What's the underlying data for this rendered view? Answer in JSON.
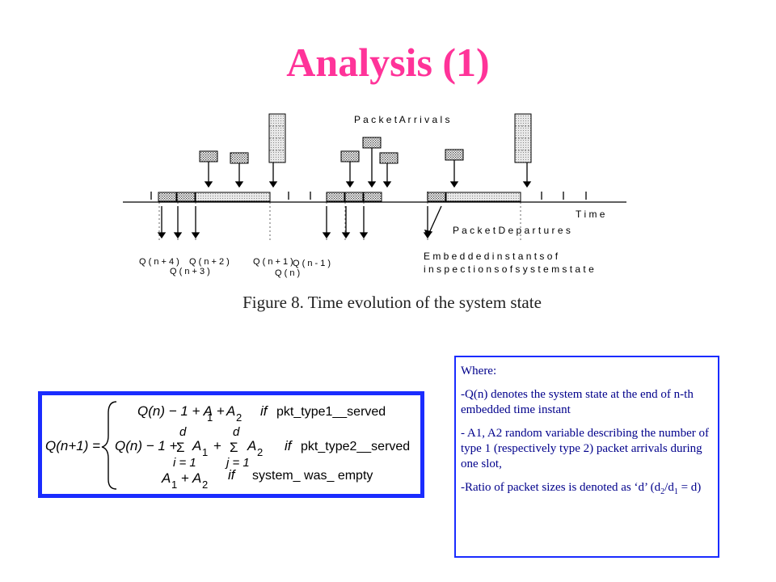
{
  "slide_title": "Analysis (1)",
  "diagram": {
    "packet_arrivals": "P a c k e t   A r r i v a l s",
    "time": "T i m e",
    "packet_departures": "P a c k e t   D e p a r t u r e s",
    "embedded_1": "E m b e d d e d   i n s t a n t s   o f",
    "embedded_2": "i n s p e c t i o n s   o f   s y s t e m   s t a t e",
    "q_n4": "Q ( n + 4 )",
    "q_n2": "Q ( n + 2 )",
    "q_n3": "Q ( n + 3 )",
    "q_n1": "Q ( n + 1 )",
    "q_nm1": "Q ( n - 1 )",
    "q_n": "Q ( n )"
  },
  "caption": "Figure 8. Time evolution of the system state",
  "formula": {
    "lhs": "Q(n+1) =",
    "case1_expr": "Q(n) − 1 + A",
    "case1_cond_if": "if",
    "case1_cond": "pkt_type1__served",
    "case2_expr_start": "Q(n) − 1 +",
    "case2_cond_if": "if",
    "case2_cond": "pkt_type2__served",
    "case3_expr": "A",
    "case3_cond_if": "if",
    "case3_cond": "system_ was_ empty",
    "d": "d",
    "sigma": "Σ",
    "i_eq_1": "i = 1",
    "j_eq_1": "j = 1",
    "sub1": "1",
    "sub2": "2",
    "plus": "+"
  },
  "where": {
    "heading": "Where:",
    "item1": "-Q(n) denotes the system state at the end of n-th embedded time instant",
    "item2": "- A1, A2 random variable describing the number of type 1 (respectively type 2) packet arrivals during one slot,",
    "item3_start": "-Ratio of packet sizes is denoted as ‘d’ (d",
    "item3_sub2": "2",
    "item3_mid": "/d",
    "item3_sub1": "1",
    "item3_end": " = d)"
  },
  "colors": {
    "title": "#ff3399",
    "box_border": "#1a2cff",
    "where_text": "#00008b"
  }
}
